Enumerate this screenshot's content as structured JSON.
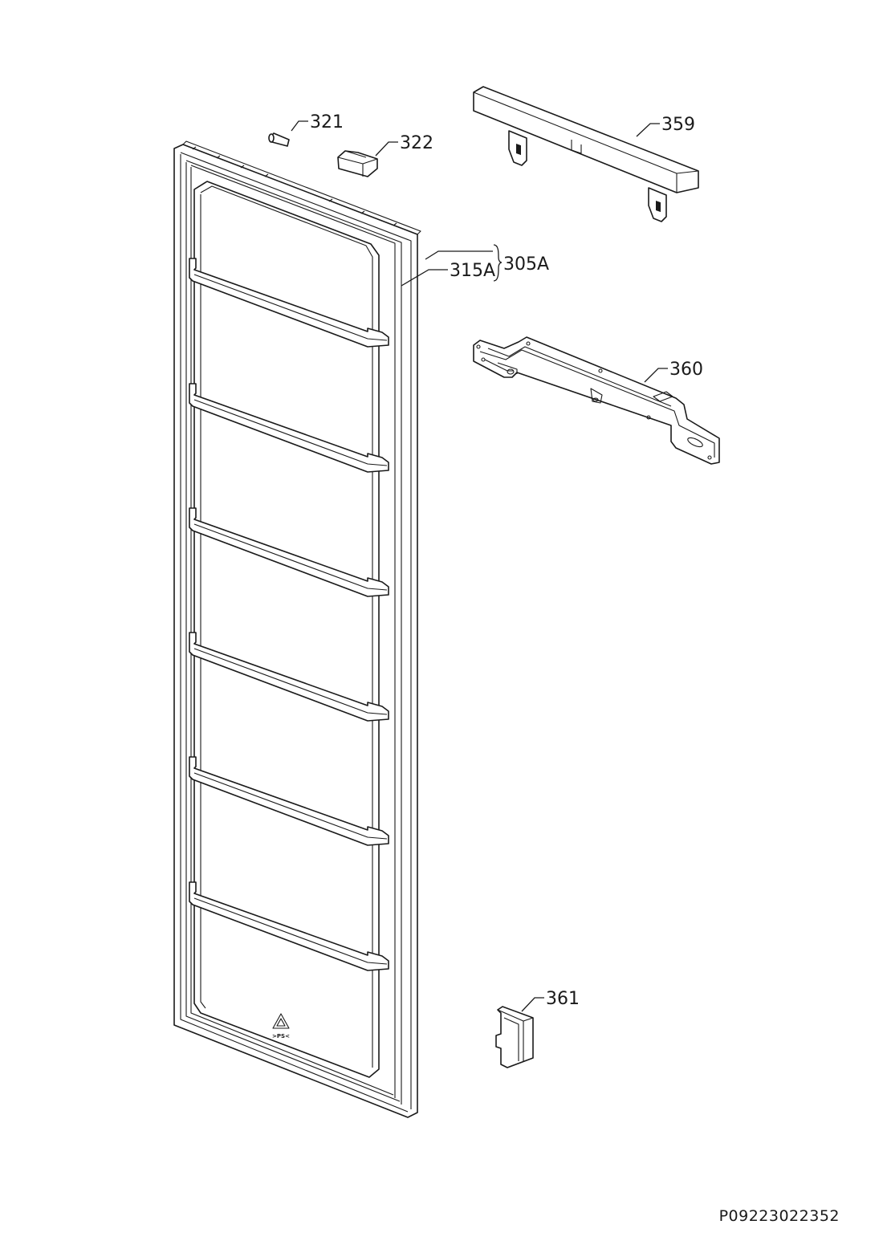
{
  "diagram": {
    "callouts": {
      "p321": "321",
      "p322": "322",
      "p359": "359",
      "p305A": "305A",
      "p315A": "315A",
      "p360": "360",
      "p361": "361"
    },
    "recycling_mark": ">PS<",
    "document_id": "P09223022352"
  }
}
